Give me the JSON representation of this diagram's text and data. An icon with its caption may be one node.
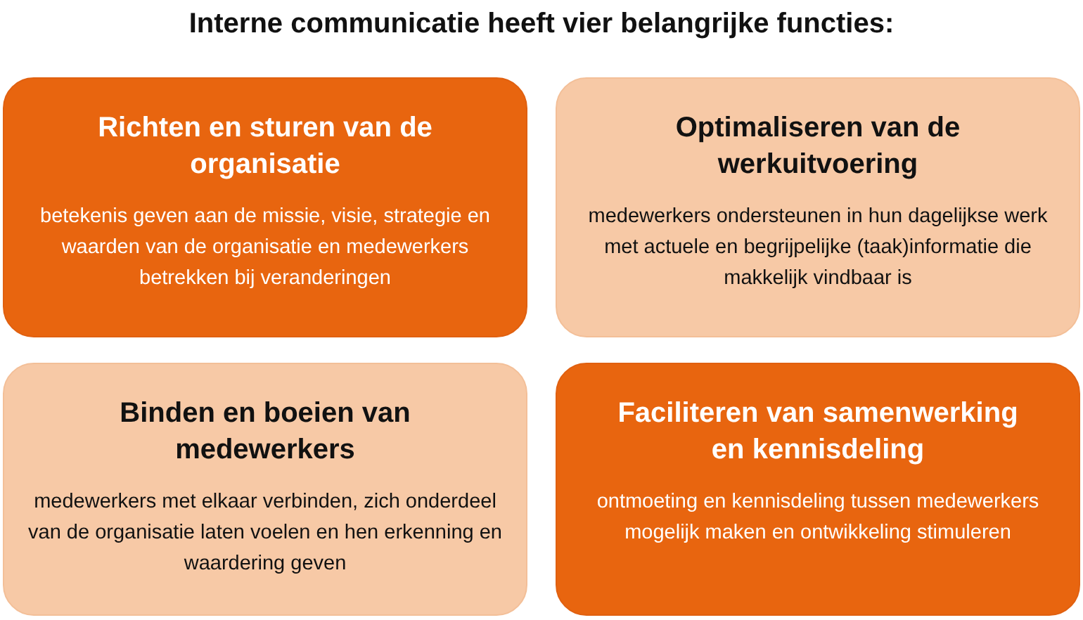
{
  "diagram": {
    "title": "Interne communicatie heeft vier belangrijke functies:",
    "nodes": [
      {
        "text": [
          "Richten en sturen van de organisatie",
          "betekenis geven aan de missie, visie, strategie en waarden van de organisatie en medewerkers betrekken bij veranderingen"
        ]
      },
      {
        "text": [
          "Optimaliseren van de werkuitvoering",
          "medewerkers ondersteunen in hun dagelijkse werk met actuele en begrijpelijke (taak)informatie die makkelijk vindbaar is"
        ]
      },
      {
        "text": [
          "Binden en boeien van medewerkers",
          "medewerkers met elkaar verbinden, zich onderdeel van de organisatie laten voelen en hen erkenning en waardering geven"
        ]
      },
      {
        "text": [
          "Faciliteren van samenwerking en kennisdeling",
          "ontmoeting en kennisdeling tussen medewerkers mogelijk maken en ontwikkeling stimuleren"
        ]
      }
    ]
  }
}
